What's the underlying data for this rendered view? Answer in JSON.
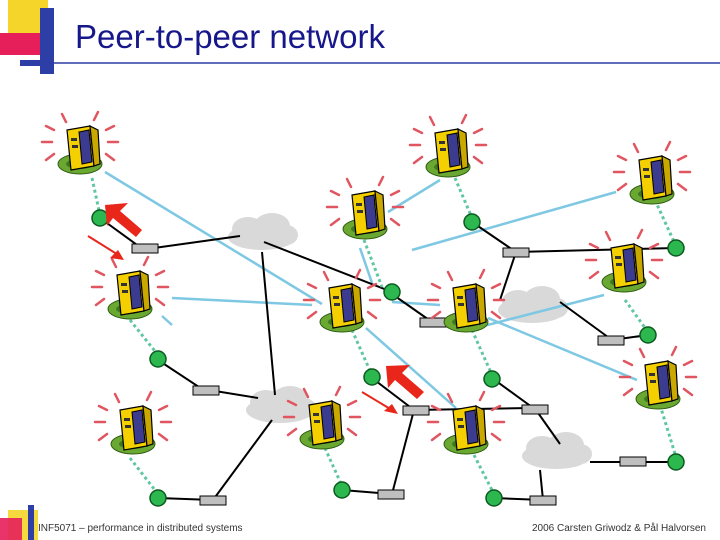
{
  "slide": {
    "title": "Peer-to-peer network",
    "footer_left": "INF5071 – performance in distributed systems",
    "footer_right": "2006 Carsten Griwodz & Pål Halvorsen"
  },
  "diagram": {
    "colors": {
      "title": "#17178c",
      "peer_link": "#7ec8e3",
      "access_link": "#5fc7a0",
      "router": "#2db84f",
      "wire": "#000000",
      "hub": "#bfbfbf",
      "cloud": "#d9d9d9",
      "arrow": "#e8261a",
      "server_body": "#f5d000",
      "server_accent": "#3b3b8f",
      "server_base": "#6aa832",
      "accent_square_yellow": "#f5d52a",
      "accent_square_red": "#e61e5a",
      "accent_square_blue": "#2d3fa6"
    },
    "icons": [
      "server-icon",
      "router-icon",
      "hub-icon",
      "cloud-icon",
      "arrow-icon"
    ]
  }
}
